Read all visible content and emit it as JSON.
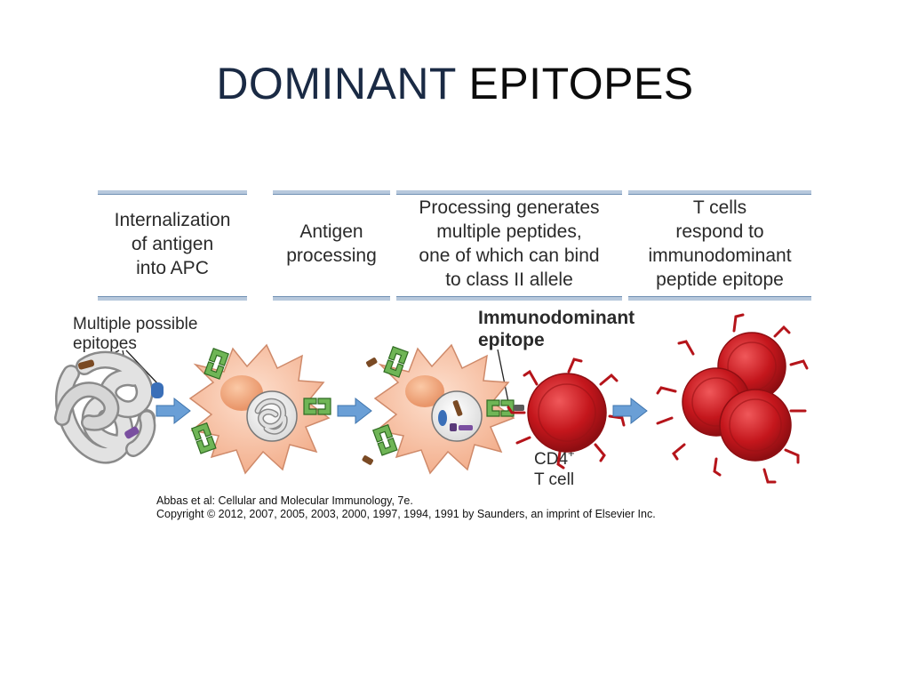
{
  "title": {
    "word1": "DOMINANT",
    "word2": "EPITOPES"
  },
  "stages": [
    {
      "text": "Internalization\nof antigen\ninto APC"
    },
    {
      "text": "Antigen\nprocessing"
    },
    {
      "text": "Processing generates\nmultiple peptides,\none of which can bind\nto class II allele"
    },
    {
      "text": "T cells\nrespond to\nimmunodominant\npeptide epitope"
    }
  ],
  "labels": {
    "multiple_epitopes_1": "Multiple possible",
    "multiple_epitopes_2": "epitopes",
    "immunodominant_1": "Immunodominant",
    "immunodominant_2": "epitope",
    "cd4_1": "CD4",
    "cd4_sup": "+",
    "cd4_2": "T cell"
  },
  "credit": {
    "line1": "Abbas et al: Cellular and Molecular Immunology, 7e.",
    "line2": "Copyright © 2012, 2007, 2005, 2003, 2000, 1997, 1994, 1991 by Saunders, an imprint of Elsevier Inc."
  },
  "colors": {
    "apc_fill": "#f7c2a6",
    "apc_outline": "#cf8a6a",
    "mhc_green": "#4f9d3c",
    "arrow_blue": "#5b8ec9",
    "tcell_red": "#c4161c",
    "protein_grey": "#c9c9c9",
    "peptide_purple": "#7a4fa0",
    "peptide_brown": "#7a4a24"
  }
}
